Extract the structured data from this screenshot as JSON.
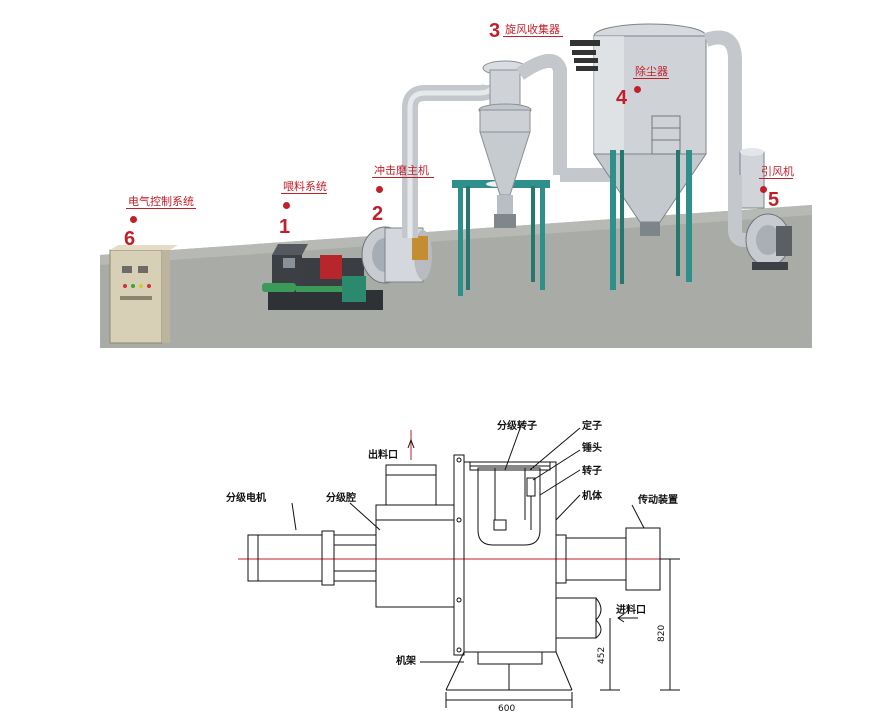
{
  "illustration": {
    "labels": [
      {
        "id": "1",
        "number": "1",
        "text": "喂料系统"
      },
      {
        "id": "2",
        "number": "2",
        "text": "冲击磨主机"
      },
      {
        "id": "3",
        "number": "3",
        "text": "旋风收集器"
      },
      {
        "id": "4",
        "number": "4",
        "text": "除尘器"
      },
      {
        "id": "5",
        "number": "5",
        "text": "引风机"
      },
      {
        "id": "6",
        "number": "6",
        "text": "电气控制系统"
      }
    ],
    "colors": {
      "label": "#c0202a",
      "frame": "#2f8f8a",
      "pipe": "#c9cdd3",
      "floor": "#a8aaa6",
      "wall": "#ffffff"
    }
  },
  "drawing": {
    "labels": {
      "outlet": "出料口",
      "classifier_motor": "分级电机",
      "classifier_chamber": "分级腔",
      "classifier_rotor": "分级转子",
      "stator": "定子",
      "hammer": "锤头",
      "rotor": "转子",
      "body": "机体",
      "drive": "传动装置",
      "inlet": "进料口",
      "frame": "机架"
    },
    "dimensions": {
      "width": "600",
      "height_inlet": "452",
      "height_total": "820"
    }
  }
}
